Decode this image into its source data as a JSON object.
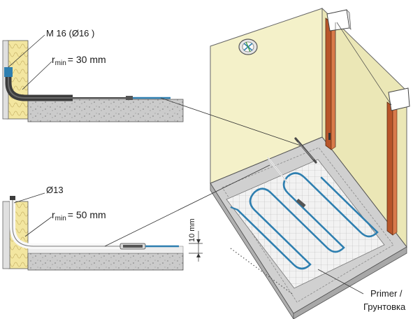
{
  "top_detail": {
    "conduit_label": "M 16 (Ø16 )",
    "radius_prefix": "r",
    "radius_sub": "min",
    "radius_value": "= 30 mm"
  },
  "bottom_detail": {
    "conduit_label": "Ø13",
    "radius_prefix": "r",
    "radius_sub": "min",
    "radius_value": "= 50 mm",
    "depth_label": "10 mm"
  },
  "primer_label": {
    "line1": "Primer /",
    "line2": "Грунтовка"
  },
  "colors": {
    "wall": "#f4f1c9",
    "wall_side": "#e9e4ad",
    "floor": "#cfcfcf",
    "concrete": "#c8c8c8",
    "heating_cable": "#2e7fb0",
    "door_frame": "#b8552a",
    "insulation": "#f3e6a0",
    "conduit": "#4a4a4a"
  }
}
